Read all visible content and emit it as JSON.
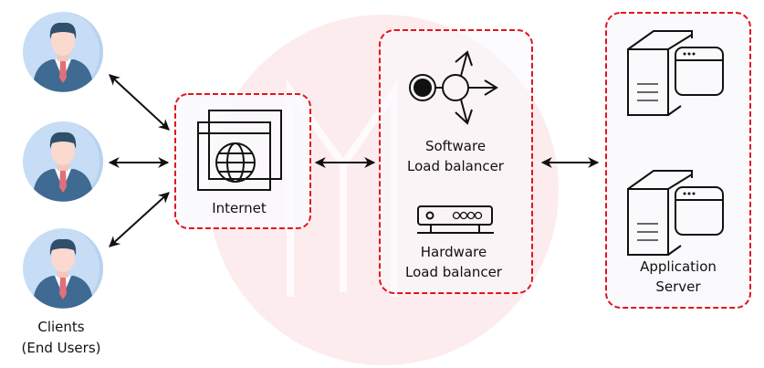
{
  "clients": {
    "label_line1": "Clients",
    "label_line2": "(End Users)",
    "count": 3
  },
  "internet": {
    "label": "Internet",
    "icon": "globe-browser-icon"
  },
  "load_balancer": {
    "software_line1": "Software",
    "software_line2": "Load balancer",
    "hardware_line1": "Hardware",
    "hardware_line2": "Load balancer"
  },
  "app_server": {
    "label_line1": "Application",
    "label_line2": "Server"
  },
  "colors": {
    "accent": "#e3141e",
    "watermark": "#fcecee",
    "box_fill": "#fafafd",
    "avatar_bg": "#c6ddf5",
    "suit": "#3f6a92",
    "tie": "#e0707a"
  }
}
